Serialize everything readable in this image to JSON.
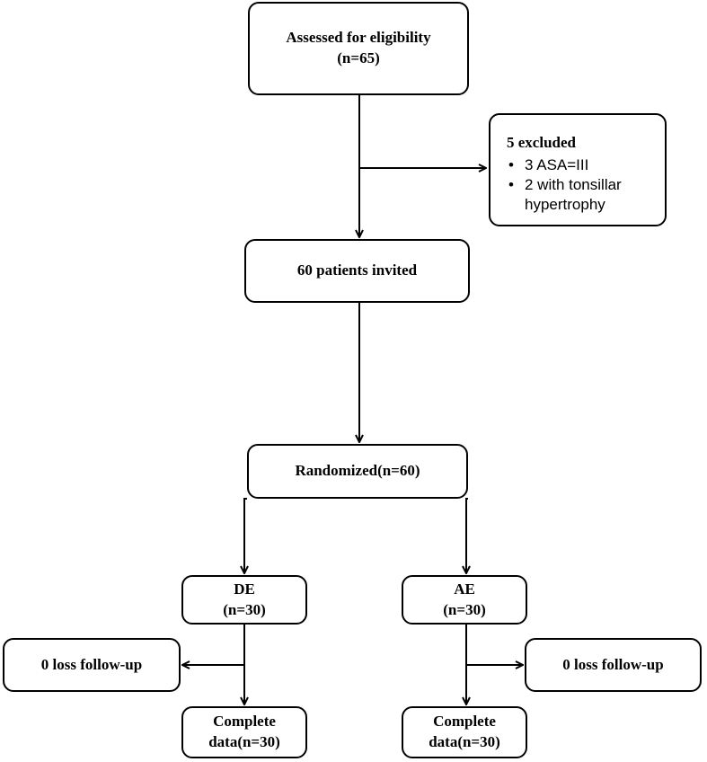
{
  "boxes": {
    "assessed": {
      "line1": "Assessed for eligibility",
      "line2": "(n=65)"
    },
    "excluded": {
      "title": "5 excluded",
      "items": [
        "3 ASA=III",
        "2 with tonsillar",
        "hypertrophy"
      ]
    },
    "invited": {
      "line1": "60 patients invited"
    },
    "randomized": {
      "line1": "Randomized(n=60)"
    },
    "de": {
      "line1": "DE",
      "line2": "(n=30)"
    },
    "ae": {
      "line1": "AE",
      "line2": "(n=30)"
    },
    "loss_left": {
      "line1": "0 loss follow-up"
    },
    "loss_right": {
      "line1": "0 loss follow-up"
    },
    "complete_left": {
      "line1": "Complete",
      "line2": "data(n=30)"
    },
    "complete_right": {
      "line1": "Complete",
      "line2": "data(n=30)"
    }
  },
  "colors": {
    "stroke": "#000000",
    "fill": "#ffffff"
  }
}
